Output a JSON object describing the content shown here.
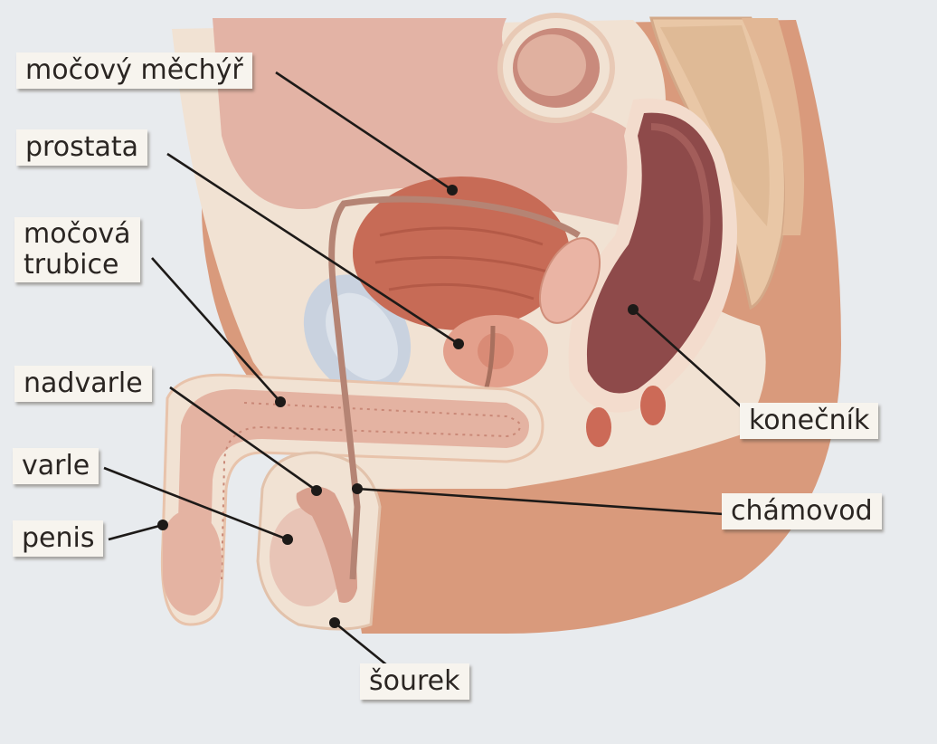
{
  "labels": {
    "mocovy_mechyr": "močový měchýř",
    "prostata": "prostata",
    "mocova_trubice_1": "močová",
    "mocova_trubice_2": "trubice",
    "nadvarle": "nadvarle",
    "varle": "varle",
    "penis": "penis",
    "konecnik": "konečník",
    "chamovod": "chámovod",
    "sourek": "šourek"
  },
  "colors": {
    "background": "#e8ebee",
    "skin": "#d99a7c",
    "tissue_light": "#f1e2d3",
    "bladder": "#c76b56",
    "rectum": "#8e4a4a",
    "bone": "#e9c7a6",
    "leader": "#1d1a18"
  }
}
